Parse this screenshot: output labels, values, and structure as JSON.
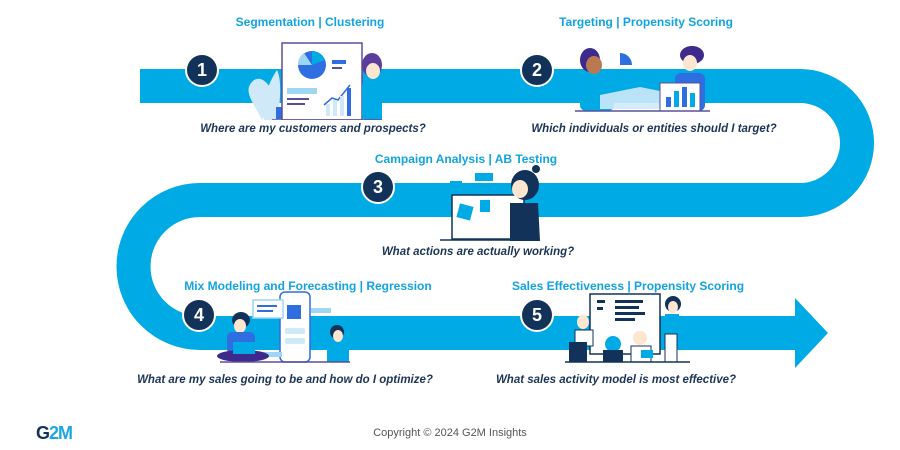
{
  "colors": {
    "road": "#00aae4",
    "badge": "#13325a",
    "title": "#12a3e0",
    "question": "#1d3557",
    "illustration_dark": "#13325a",
    "illustration_blue": "#2f6ee0",
    "illustration_light": "#cfe9f8"
  },
  "steps": [
    {
      "number": "1",
      "title": "Segmentation | Clustering",
      "question": "Where are my customers and prospects?",
      "illustration": "analytics-board-icon"
    },
    {
      "number": "2",
      "title": "Targeting | Propensity Scoring",
      "question": "Which individuals or entities should I target?",
      "illustration": "team-chart-icon"
    },
    {
      "number": "3",
      "title": "Campaign Analysis | AB Testing",
      "question": "What actions are actually working?",
      "illustration": "monitor-testing-icon"
    },
    {
      "number": "4",
      "title": "Mix Modeling and Forecasting | Regression",
      "question": "What are my sales going to be and how do I optimize?",
      "illustration": "phone-forecast-icon"
    },
    {
      "number": "5",
      "title": "Sales Effectiveness | Propensity Scoring",
      "question": "What sales activity model is most effective?",
      "illustration": "team-meeting-icon"
    }
  ],
  "footer": {
    "logo": {
      "g": "G",
      "two": "2",
      "m": "M"
    },
    "copyright": "Copyright © 2024 G2M Insights"
  }
}
